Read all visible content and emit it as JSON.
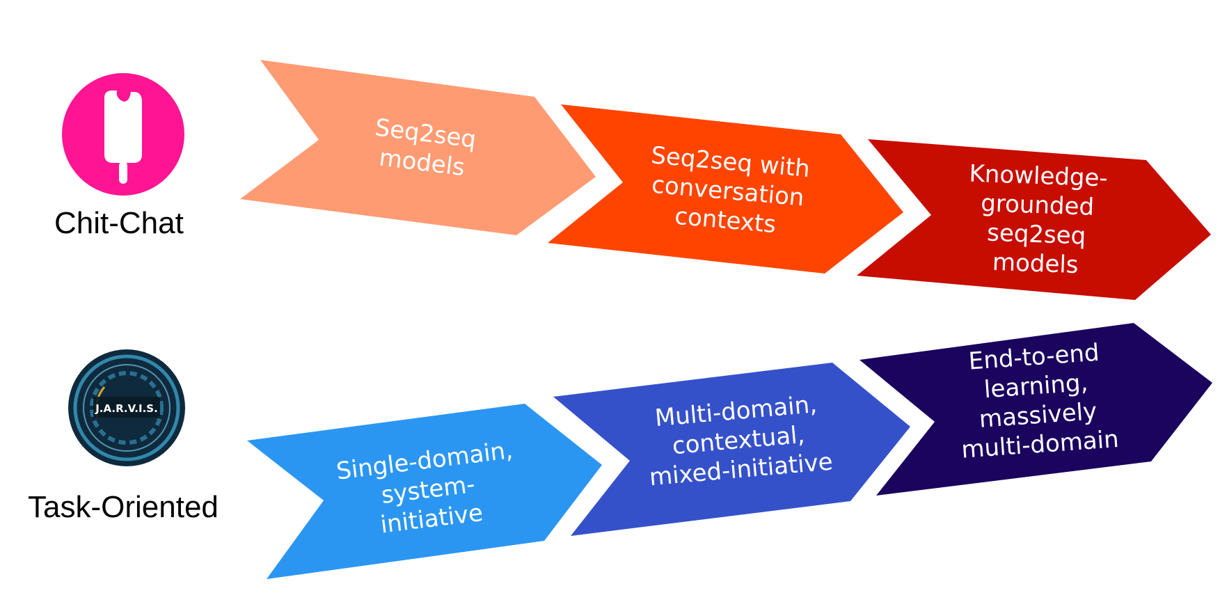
{
  "rows": [
    {
      "label": "Chit-Chat",
      "icon": "popsicle-icon",
      "stages": [
        {
          "lines": [
            "Seq2seq",
            "models"
          ],
          "color": "#FF9B73"
        },
        {
          "lines": [
            "Seq2seq with",
            "conversation",
            "contexts"
          ],
          "color": "#FF4400"
        },
        {
          "lines": [
            "Knowledge-",
            "grounded",
            "seq2seq",
            "models"
          ],
          "color": "#C70D00"
        }
      ]
    },
    {
      "label": "Task-Oriented",
      "icon": "jarvis-badge-icon",
      "icon_text": "J.A.R.V.I.S.",
      "stages": [
        {
          "lines": [
            "Single-domain,",
            "system-",
            "initiative"
          ],
          "color": "#2B96F2"
        },
        {
          "lines": [
            "Multi-domain,",
            "contextual,",
            "mixed-initiative"
          ],
          "color": "#3551CA"
        },
        {
          "lines": [
            "End-to-end",
            "learning,",
            "massively",
            "multi-domain"
          ],
          "color": "#1A045E"
        }
      ]
    }
  ],
  "colors": {
    "chitchat_icon": "#FF1493",
    "jarvis_dark": "#0F2A3D",
    "jarvis_ring": "#3AA0C8"
  }
}
